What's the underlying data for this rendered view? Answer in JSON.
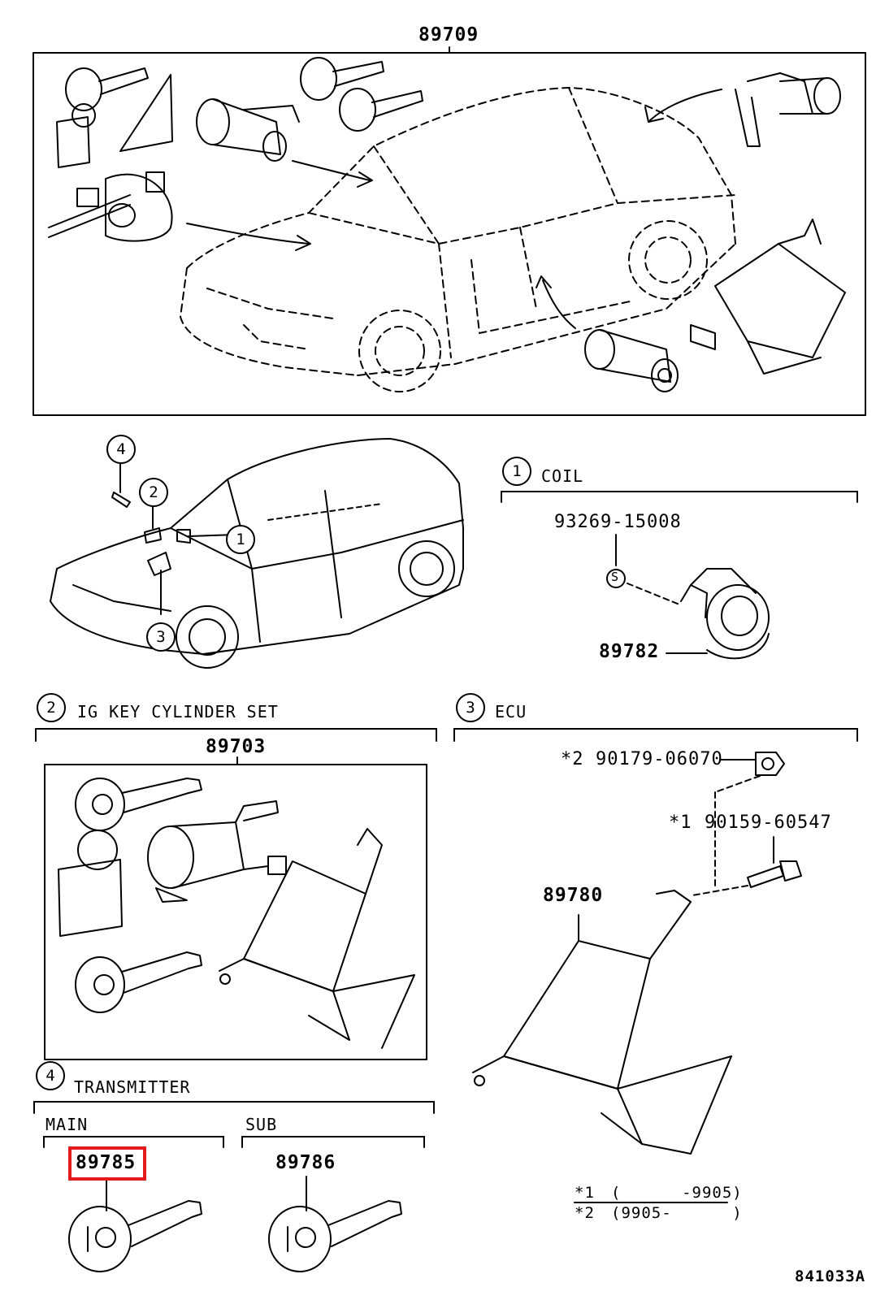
{
  "diagram": {
    "top_part_number": "89709",
    "figure_ref": "841033A",
    "callouts": [
      "1",
      "2",
      "3",
      "4"
    ],
    "sections": {
      "coil": {
        "index": "1",
        "title": "COIL",
        "parts": {
          "screw": "93269-15008",
          "screw_symbol": "S",
          "coil": "89782"
        }
      },
      "ig_key_cylinder_set": {
        "index": "2",
        "title": "IG KEY CYLINDER SET",
        "parts": {
          "set": "89703"
        }
      },
      "ecu": {
        "index": "3",
        "title": "ECU",
        "parts": {
          "nut_prefix": "*2",
          "nut": "90179-06070",
          "bolt_prefix": "*1",
          "bolt": "90159-60547",
          "ecu": "89780"
        }
      },
      "transmitter": {
        "index": "4",
        "title": "TRANSMITTER",
        "main_label": "MAIN",
        "sub_label": "SUB",
        "main_part": "89785",
        "sub_part": "89786"
      }
    },
    "footnotes": [
      {
        "mark": "*1",
        "range": "(      -9905)"
      },
      {
        "mark": "*2",
        "range": "(9905-      )"
      }
    ],
    "highlight_color": "#e41b1b"
  }
}
